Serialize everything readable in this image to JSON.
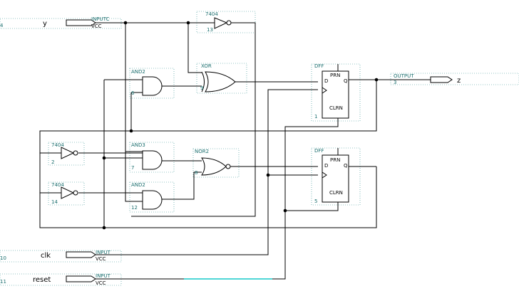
{
  "inputs": {
    "y": {
      "name": "y",
      "type": "INPUTC",
      "vcc": "VCC",
      "index": "4"
    },
    "clk": {
      "name": "clk",
      "type": "INPUT",
      "vcc": "VCC",
      "index": "10"
    },
    "reset": {
      "name": "reset",
      "type": "INPUT",
      "vcc": "VCC",
      "index": "11"
    }
  },
  "output": {
    "name": "z",
    "type": "OUTPUT",
    "index": "3"
  },
  "gates": {
    "not_top": {
      "type": "7404",
      "index": "13"
    },
    "xor": {
      "type": "XOR",
      "index": "9"
    },
    "and_top": {
      "type": "AND2",
      "index": "6"
    },
    "not_mid": {
      "type": "7404",
      "index": "2"
    },
    "and3": {
      "type": "AND3",
      "index": "7"
    },
    "nor2": {
      "type": "NOR2",
      "index": "8"
    },
    "not_bot": {
      "type": "7404",
      "index": "14"
    },
    "and_bot": {
      "type": "AND2",
      "index": "12"
    }
  },
  "flipflops": {
    "top": {
      "type": "DFF",
      "index": "1",
      "prn": "PRN",
      "clrn": "CLRN",
      "d": "D",
      "q": "Q"
    },
    "bottom": {
      "type": "DFF",
      "index": "5",
      "prn": "PRN",
      "clrn": "CLRN",
      "d": "D",
      "q": "Q"
    }
  }
}
